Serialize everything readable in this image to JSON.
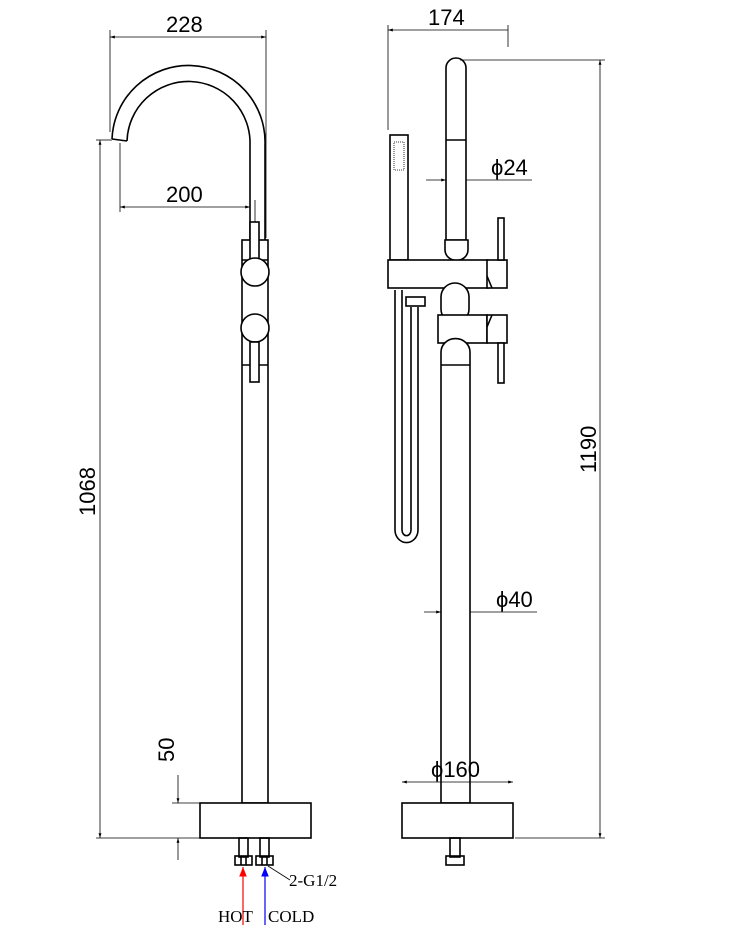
{
  "front_view": {
    "dim_spout_width": "228",
    "dim_spout_reach": "200",
    "dim_spout_height": "1068",
    "dim_base_height": "50",
    "thread_label": "2-G1/2",
    "hot_label": "HOT",
    "cold_label": "COLD",
    "hot_color": "#ff0000",
    "cold_color": "#0000ff"
  },
  "side_view": {
    "dim_depth": "174",
    "dim_spout_dia": "ϕ24",
    "dim_total_height": "1190",
    "dim_pipe_dia": "ϕ40",
    "dim_base_dia": "ϕ160"
  }
}
